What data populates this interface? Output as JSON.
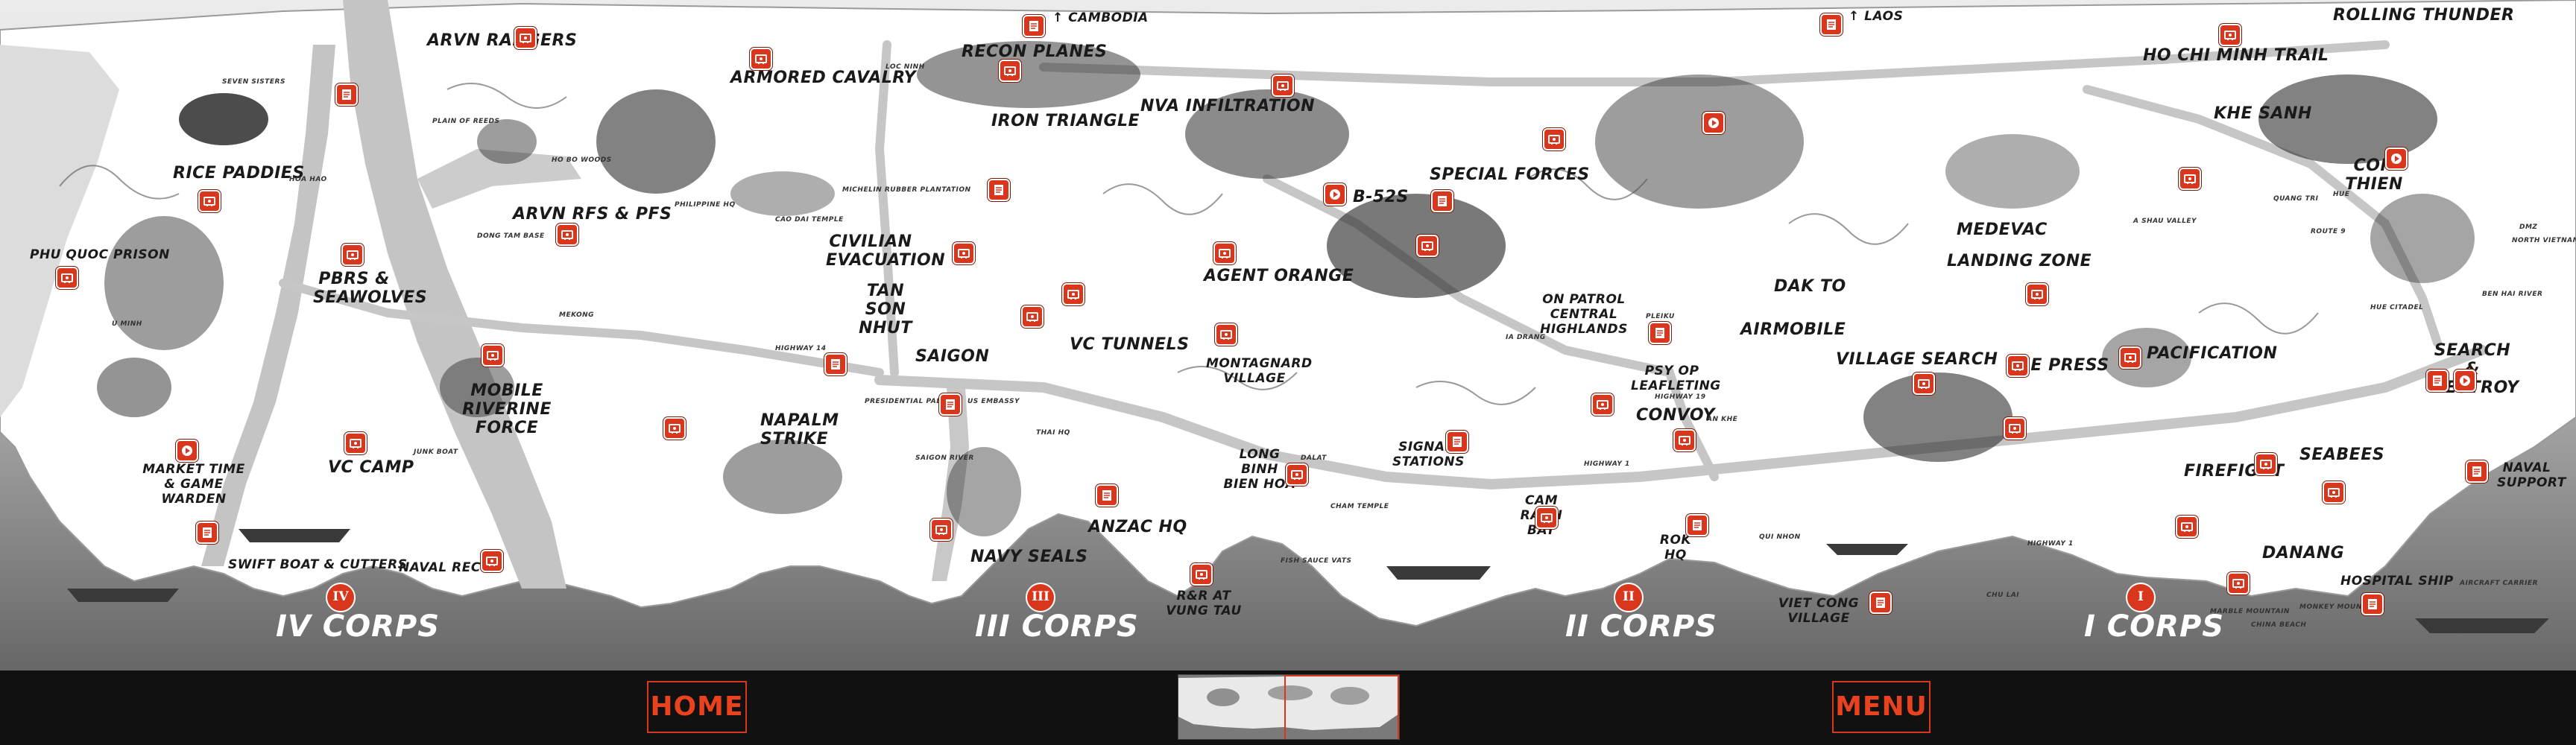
{
  "colors": {
    "accent": "#d9371d",
    "land": "#ffffff",
    "sea_top": "#e6e6e6",
    "sea_bottom": "#6c6c6c",
    "road": "#c8c8c8",
    "bar": "#111111"
  },
  "map": {
    "borders": [
      {
        "id": "cambodia",
        "text": "↑ CAMBODIA"
      },
      {
        "id": "laos",
        "text": "↑ LAOS"
      }
    ],
    "labels": [
      {
        "id": "arvn-rangers",
        "text": "ARVN RANGERS"
      },
      {
        "id": "recon-planes",
        "text": "RECON PLANES"
      },
      {
        "id": "armored-cavalry",
        "text": "ARMORED CAVALRY"
      },
      {
        "id": "iron-triangle",
        "text": "IRON TRIANGLE"
      },
      {
        "id": "nva-infiltration",
        "text": "NVA INFILTRATION"
      },
      {
        "id": "rolling-thunder",
        "text": "ROLLING THUNDER"
      },
      {
        "id": "ho-chi-minh-trail",
        "text": "HO CHI MINH TRAIL"
      },
      {
        "id": "khe-sanh",
        "text": "KHE SANH"
      },
      {
        "id": "con-thien",
        "text": "CON THIEN"
      },
      {
        "id": "rice-paddies",
        "text": "RICE PADDIES"
      },
      {
        "id": "phu-quoc-prison",
        "text": "PHU QUOC PRISON"
      },
      {
        "id": "arvn-rfs-pfs",
        "text": "ARVN RFs & PFs"
      },
      {
        "id": "b52s",
        "text": "B-52s"
      },
      {
        "id": "special-forces",
        "text": "SPECIAL FORCES"
      },
      {
        "id": "medevac",
        "text": "MEDEVAC"
      },
      {
        "id": "civilian-evacuation",
        "text": "CIVILIAN EVACUATION"
      },
      {
        "id": "agent-orange",
        "text": "AGENT ORANGE"
      },
      {
        "id": "landing-zone",
        "text": "LANDING ZONE"
      },
      {
        "id": "pbrs-seawolves",
        "text": "PBRs & SEAWOLVES"
      },
      {
        "id": "tan-son-nhut",
        "text": "TAN SON NHUT"
      },
      {
        "id": "vc-tunnels",
        "text": "VC TUNNELS"
      },
      {
        "id": "on-patrol",
        "text": "ON PATROL CENTRAL HIGHLANDS"
      },
      {
        "id": "dak-to",
        "text": "DAK TO"
      },
      {
        "id": "airmobile",
        "text": "AIRMOBILE"
      },
      {
        "id": "village-search",
        "text": "VILLAGE SEARCH"
      },
      {
        "id": "the-press",
        "text": "THE PRESS"
      },
      {
        "id": "pacification",
        "text": "PACIFICATION"
      },
      {
        "id": "search-destroy",
        "text": "SEARCH & DESTROY"
      },
      {
        "id": "mobile-riverine",
        "text": "MOBILE RIVERINE FORCE"
      },
      {
        "id": "saigon",
        "text": "SAIGON"
      },
      {
        "id": "montagnard-village",
        "text": "MONTAGNARD VILLAGE"
      },
      {
        "id": "psy-op",
        "text": "PSY OP LEAFLETING"
      },
      {
        "id": "napalm-strike",
        "text": "NAPALM STRIKE"
      },
      {
        "id": "convoy",
        "text": "CONVOY"
      },
      {
        "id": "market-time",
        "text": "MARKET TIME & GAME WARDEN"
      },
      {
        "id": "signal-stations",
        "text": "SIGNAL STATIONS"
      },
      {
        "id": "long-binh",
        "text": "LONG BINH BIEN HOA"
      },
      {
        "id": "vc-camp",
        "text": "VC CAMP"
      },
      {
        "id": "firefight",
        "text": "FIREFIGHT"
      },
      {
        "id": "seabees",
        "text": "SEABEES"
      },
      {
        "id": "naval-support",
        "text": "NAVAL SUPPORT"
      },
      {
        "id": "anzac-hq",
        "text": "ANZAC HQ"
      },
      {
        "id": "cam-ranh-bay",
        "text": "CAM RANH BAY"
      },
      {
        "id": "rok-hq",
        "text": "ROK HQ"
      },
      {
        "id": "swift-boats",
        "text": "SWIFT BOAT & CUTTERS"
      },
      {
        "id": "navy-seals",
        "text": "NAVY SEALS"
      },
      {
        "id": "naval-recon",
        "text": "NAVAL RECON"
      },
      {
        "id": "danang",
        "text": "DANANG"
      },
      {
        "id": "rr-vung-tau",
        "text": "R&R AT VUNG TAU"
      },
      {
        "id": "viet-cong-village",
        "text": "VIET CONG VILLAGE"
      },
      {
        "id": "hospital-ship",
        "text": "HOSPITAL SHIP"
      }
    ],
    "small_labels": [
      {
        "id": "seven-sisters",
        "text": "SEVEN SISTERS"
      },
      {
        "id": "plain-of-reeds",
        "text": "PLAIN OF REEDS"
      },
      {
        "id": "hoa-hao",
        "text": "HOA HAO"
      },
      {
        "id": "ho-bo-woods",
        "text": "HO BO WOODS"
      },
      {
        "id": "cao-dai-temple",
        "text": "CAO DAI TEMPLE"
      },
      {
        "id": "loc-ninh",
        "text": "LOC NINH"
      },
      {
        "id": "michelin",
        "text": "MICHELIN RUBBER PLANTATION"
      },
      {
        "id": "philippine-hq",
        "text": "PHILIPPINE HQ"
      },
      {
        "id": "dong-tam",
        "text": "DONG TAM BASE"
      },
      {
        "id": "presidential-palace",
        "text": "PRESIDENTIAL PALACE"
      },
      {
        "id": "us-embassy",
        "text": "US EMBASSY"
      },
      {
        "id": "thai-hq",
        "text": "THAI HQ"
      },
      {
        "id": "saigon-river",
        "text": "SAIGON RIVER"
      },
      {
        "id": "cham-temple",
        "text": "CHAM TEMPLE"
      },
      {
        "id": "fish-sauce",
        "text": "FISH SAUCE VATS"
      },
      {
        "id": "dalat",
        "text": "DALAT"
      },
      {
        "id": "highway-1a",
        "text": "HIGHWAY 1"
      },
      {
        "id": "highway-1b",
        "text": "HIGHWAY 1"
      },
      {
        "id": "highway-14",
        "text": "HIGHWAY 14"
      },
      {
        "id": "highway-19",
        "text": "HIGHWAY 19"
      },
      {
        "id": "pleiku",
        "text": "PLEIKU"
      },
      {
        "id": "an-khe",
        "text": "AN KHE"
      },
      {
        "id": "qui-nhon",
        "text": "QUI NHON"
      },
      {
        "id": "chu-lai",
        "text": "CHU LAI"
      },
      {
        "id": "a-shau",
        "text": "A SHAU VALLEY"
      },
      {
        "id": "hue",
        "text": "HUE"
      },
      {
        "id": "hue-citadel",
        "text": "HUE CITADEL"
      },
      {
        "id": "marble-mountain",
        "text": "MARBLE MOUNTAIN"
      },
      {
        "id": "china-beach",
        "text": "CHINA BEACH"
      },
      {
        "id": "monkey-mountain",
        "text": "MONKEY MOUNTAIN"
      },
      {
        "id": "aircraft-carrier",
        "text": "AIRCRAFT CARRIER"
      },
      {
        "id": "dmz",
        "text": "DMZ"
      },
      {
        "id": "north-vietnam",
        "text": "NORTH VIETNAM"
      },
      {
        "id": "ben-hai-river",
        "text": "BEN HAI RIVER"
      },
      {
        "id": "junk-boat",
        "text": "JUNK BOAT"
      },
      {
        "id": "ia-drang",
        "text": "IA DRANG"
      },
      {
        "id": "quang-tri",
        "text": "QUANG TRI"
      },
      {
        "id": "route-9",
        "text": "ROUTE 9"
      },
      {
        "id": "u-minh",
        "text": "U MINH"
      },
      {
        "id": "mekong",
        "text": "MEKONG"
      }
    ],
    "corps": [
      {
        "id": "iv",
        "numeral": "IV",
        "text": "IV CORPS"
      },
      {
        "id": "iii",
        "numeral": "III",
        "text": "III CORPS"
      },
      {
        "id": "ii",
        "numeral": "II",
        "text": "II CORPS"
      },
      {
        "id": "i",
        "numeral": "I",
        "text": "I CORPS"
      }
    ],
    "markers": [
      {
        "id": "m1",
        "icon": "film-icon"
      },
      {
        "id": "m2",
        "icon": "doc-icon"
      },
      {
        "id": "m3",
        "icon": "film-icon"
      },
      {
        "id": "m4",
        "icon": "film-icon"
      },
      {
        "id": "m5",
        "icon": "doc-icon"
      },
      {
        "id": "m6",
        "icon": "film-icon"
      },
      {
        "id": "m7",
        "icon": "film-icon"
      },
      {
        "id": "m8",
        "icon": "film-icon"
      },
      {
        "id": "m9",
        "icon": "doc-icon"
      },
      {
        "id": "m10",
        "icon": "film-icon"
      },
      {
        "id": "m11",
        "icon": "play-icon"
      },
      {
        "id": "m12",
        "icon": "film-icon"
      },
      {
        "id": "m13",
        "icon": "play-icon"
      },
      {
        "id": "m14",
        "icon": "play-icon"
      },
      {
        "id": "m15",
        "icon": "film-icon"
      },
      {
        "id": "m16",
        "icon": "doc-icon"
      },
      {
        "id": "m17",
        "icon": "film-icon"
      },
      {
        "id": "m18",
        "icon": "doc-icon"
      },
      {
        "id": "m19",
        "icon": "film-icon"
      },
      {
        "id": "m20",
        "icon": "film-icon"
      },
      {
        "id": "m21",
        "icon": "film-icon"
      },
      {
        "id": "m22",
        "icon": "film-icon"
      },
      {
        "id": "m23",
        "icon": "film-icon"
      },
      {
        "id": "m24",
        "icon": "film-icon"
      },
      {
        "id": "m25",
        "icon": "doc-icon"
      },
      {
        "id": "m26",
        "icon": "doc-icon"
      },
      {
        "id": "m27",
        "icon": "film-icon"
      },
      {
        "id": "m28",
        "icon": "play-icon"
      },
      {
        "id": "m29",
        "icon": "film-icon"
      },
      {
        "id": "m30",
        "icon": "film-icon"
      },
      {
        "id": "m31",
        "icon": "film-icon"
      },
      {
        "id": "m32",
        "icon": "doc-icon"
      },
      {
        "id": "m33",
        "icon": "doc-icon"
      },
      {
        "id": "m34",
        "icon": "film-icon"
      },
      {
        "id": "m35",
        "icon": "film-icon"
      },
      {
        "id": "m36",
        "icon": "film-icon"
      },
      {
        "id": "m37",
        "icon": "film-icon"
      },
      {
        "id": "m38",
        "icon": "film-icon"
      },
      {
        "id": "m39",
        "icon": "film-icon"
      },
      {
        "id": "m40",
        "icon": "film-icon"
      },
      {
        "id": "m41",
        "icon": "film-icon"
      },
      {
        "id": "m42",
        "icon": "play-icon"
      },
      {
        "id": "m43",
        "icon": "doc-icon"
      },
      {
        "id": "m44",
        "icon": "film-icon"
      },
      {
        "id": "m45",
        "icon": "film-icon"
      },
      {
        "id": "m46",
        "icon": "doc-icon"
      },
      {
        "id": "m47",
        "icon": "film-icon"
      },
      {
        "id": "m48",
        "icon": "doc-icon"
      },
      {
        "id": "m49",
        "icon": "doc-icon"
      },
      {
        "id": "m50",
        "icon": "film-icon"
      },
      {
        "id": "m51",
        "icon": "film-icon"
      },
      {
        "id": "m52",
        "icon": "film-icon"
      },
      {
        "id": "m53",
        "icon": "film-icon"
      },
      {
        "id": "m54",
        "icon": "doc-icon"
      },
      {
        "id": "m55",
        "icon": "film-icon"
      },
      {
        "id": "m56",
        "icon": "doc-icon"
      },
      {
        "id": "m57",
        "icon": "doc-icon"
      }
    ]
  },
  "nav": {
    "home_label": "HOME",
    "menu_label": "MENU"
  }
}
